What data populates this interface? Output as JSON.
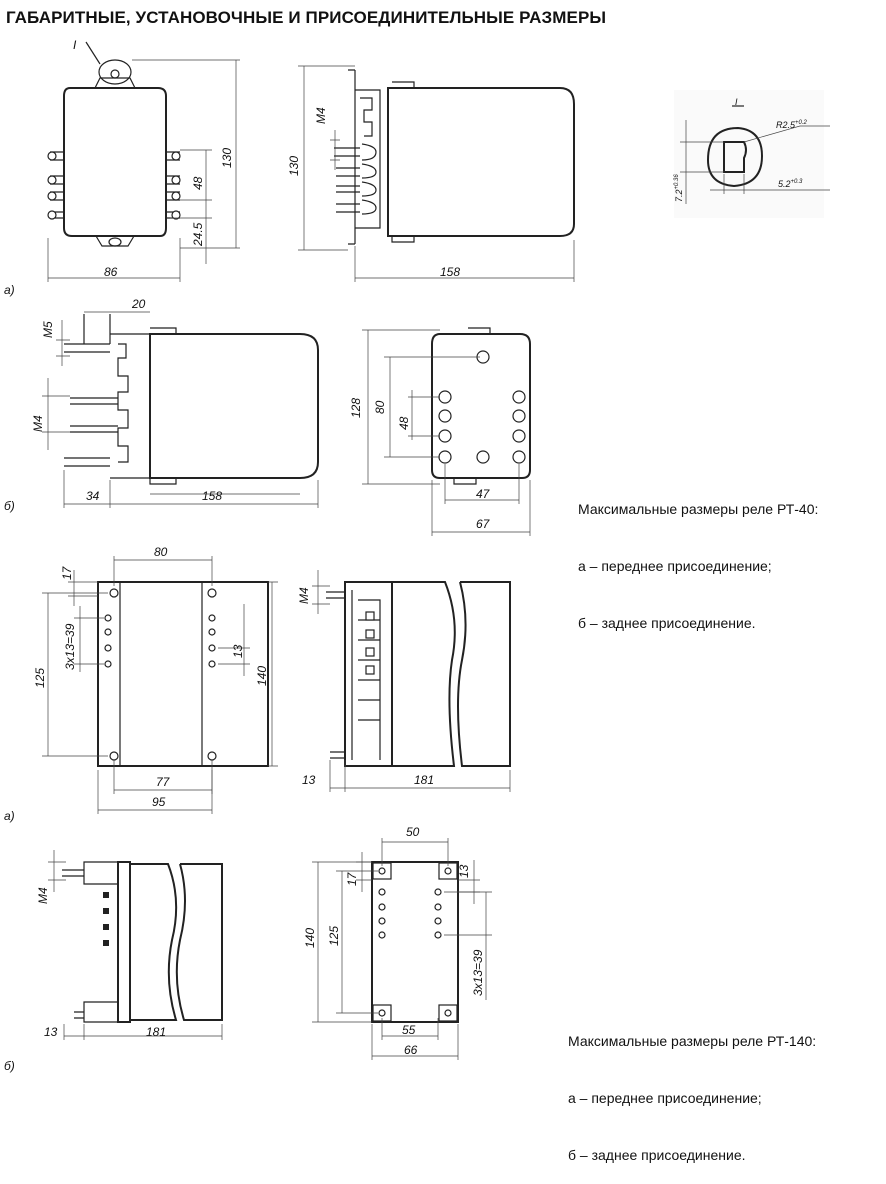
{
  "title": "ГАБАРИТНЫЕ, УСТАНОВОЧНЫЕ И ПРИСОЕДИНИТЕЛЬНЫЕ РАЗМЕРЫ",
  "rt40": {
    "variant_a": "а)",
    "variant_b": "б)",
    "dims_a": {
      "detail_mark": "I",
      "width": "86",
      "height": "130",
      "side_height": "130",
      "hole_pitch": "48",
      "bottom_offset": "24.5",
      "thread": "М4",
      "depth": "158"
    },
    "detail": {
      "mark": "I",
      "radius": "R2.5",
      "radius_tol": "+0.2",
      "slot_height": "7.2",
      "slot_height_tol": "+0.36",
      "slot_width": "5.2",
      "slot_width_tol": "+0.3"
    },
    "dims_b": {
      "thread_top": "М5",
      "stud_length": "20",
      "thread": "М4",
      "rear": "34",
      "depth": "158",
      "height": "128",
      "pitch_80": "80",
      "pitch_48": "48",
      "width_47": "47",
      "width_67": "67"
    },
    "note": {
      "line1": "Максимальные размеры реле РТ-40:",
      "line2": "а – переднее присоединение;",
      "line3": "б – заднее присоединение."
    }
  },
  "rt140": {
    "variant_a": "а)",
    "variant_b": "б)",
    "dims_a": {
      "top_width": "80",
      "top_offset": "17",
      "pitch": "3x13=39",
      "height_125": "125",
      "step_13": "13",
      "height_140": "140",
      "bottom_77": "77",
      "bottom_95": "95",
      "thread": "М4",
      "stud": "13",
      "depth": "181"
    },
    "dims_b": {
      "thread": "М4",
      "stud": "13",
      "depth": "181",
      "top_width": "50",
      "offset_17": "17",
      "step_13": "13",
      "height_140": "140",
      "height_125": "125",
      "pitch": "3x13=39",
      "bottom_55": "55",
      "bottom_66": "66"
    },
    "note": {
      "line1": "Максимальные размеры реле РТ-140:",
      "line2": "а – переднее присоединение;",
      "line3": "б – заднее присоединение."
    }
  }
}
